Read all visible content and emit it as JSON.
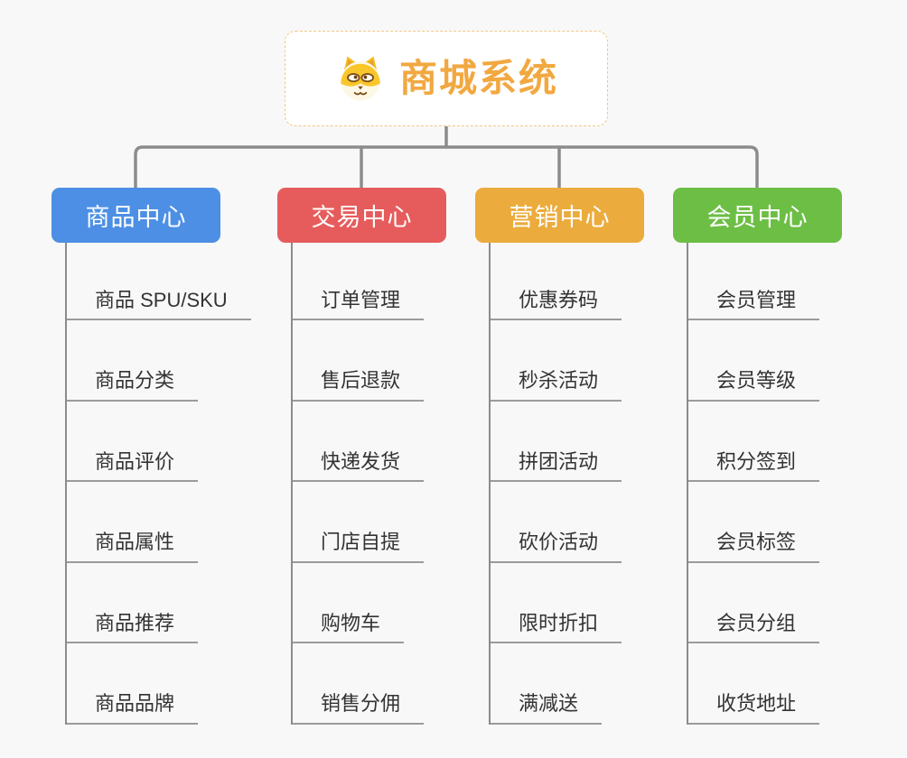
{
  "colors": {
    "background": "#f8f8f8",
    "connector_line": "#8c8c8c",
    "leaf_underline": "#9b9b9b",
    "leaf_text": "#333333",
    "root_text": "#f2a840",
    "root_border": "#f2c684",
    "root_background": "#ffffff"
  },
  "root": {
    "title": "商城系统",
    "icon": "dog-face-icon"
  },
  "branches": [
    {
      "label": "商品中心",
      "color": "#4d8fe4",
      "children": [
        "商品 SPU/SKU",
        "商品分类",
        "商品评价",
        "商品属性",
        "商品推荐",
        "商品品牌"
      ]
    },
    {
      "label": "交易中心",
      "color": "#e65c5c",
      "children": [
        "订单管理",
        "售后退款",
        "快递发货",
        "门店自提",
        "购物车",
        "销售分佣"
      ]
    },
    {
      "label": "营销中心",
      "color": "#ebac3d",
      "children": [
        "优惠券码",
        "秒杀活动",
        "拼团活动",
        "砍价活动",
        "限时折扣",
        "满减送"
      ]
    },
    {
      "label": "会员中心",
      "color": "#6dbe45",
      "children": [
        "会员管理",
        "会员等级",
        "积分签到",
        "会员标签",
        "会员分组",
        "收货地址"
      ]
    }
  ]
}
